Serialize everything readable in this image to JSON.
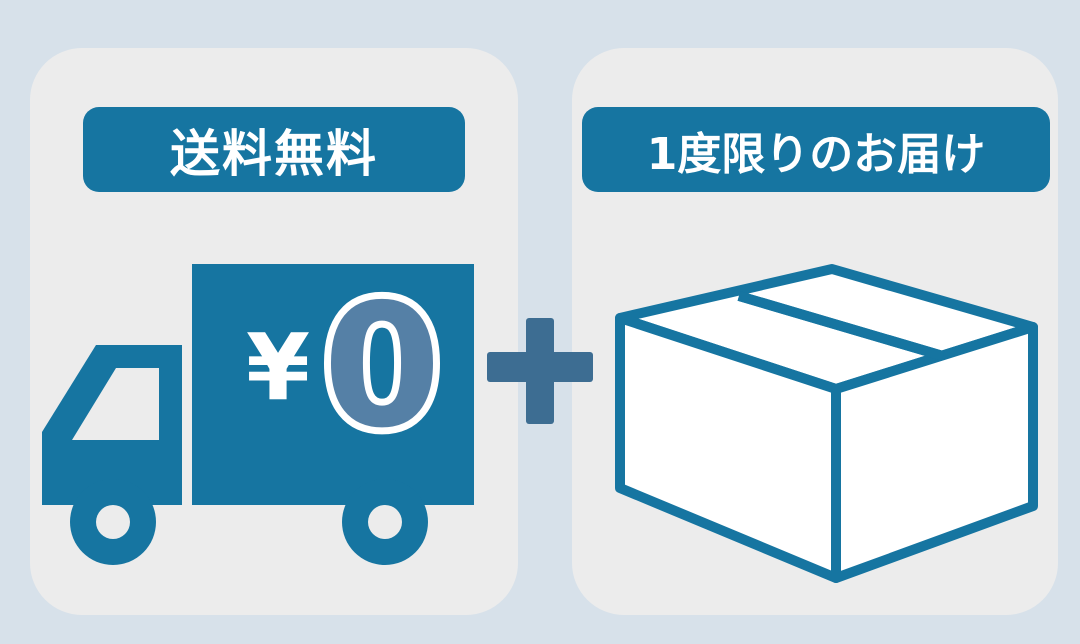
{
  "colors": {
    "background": "#d7e1ea",
    "panel": "#ececec",
    "accent": "#1675a1",
    "plus": "#3d6d92",
    "zero_fill": "#5580a6",
    "white": "#ffffff"
  },
  "left_panel": {
    "label": "送料無料",
    "icon": "delivery-truck-icon",
    "price": {
      "currency": "¥",
      "amount": "0"
    }
  },
  "plus_icon": "plus-icon",
  "right_panel": {
    "label": "1度限りのお届け",
    "icon": "cardboard-box-icon"
  }
}
